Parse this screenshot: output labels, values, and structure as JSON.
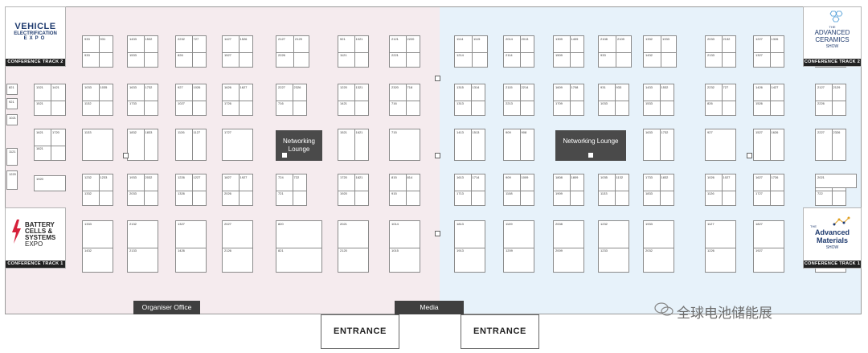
{
  "colors": {
    "left_hall": "#f5ebee",
    "right_hall": "#e7f2fa",
    "lounge": "#4a4a4a",
    "bar": "#3f3f3f",
    "battery_accent": "#d6203a"
  },
  "logos": {
    "vehicle": {
      "l1": "VEHICLE",
      "l2": "ELECTRIFICATION",
      "l3": "EXPO",
      "track": "CONFERENCE TRACK 2"
    },
    "battery": {
      "l1": "BATTERY",
      "l2": "CELLS &",
      "l3": "SYSTEMS",
      "l4": "EXPO",
      "track": "CONFERENCE TRACK 1"
    },
    "ceramics": {
      "l1": "THE",
      "l2": "ADVANCED",
      "l3": "CERAMICS",
      "l4": "SHOW",
      "track": "CONFERENCE TRACK 2"
    },
    "materials": {
      "l1": "THE",
      "l2": "Advanced",
      "l3": "Materials",
      "l4": "SHOW",
      "track": "CONFERENCE TRACK 1"
    }
  },
  "lounges": {
    "left": "Networking Lounge",
    "right": "Networking Lounge"
  },
  "bars": {
    "organiser": "Organiser Office",
    "media": "Media"
  },
  "entrances": {
    "left": "ENTRANCE",
    "right": "ENTRANCE"
  },
  "watermark": "全球电池储能展",
  "booths": [
    "933",
    "931",
    "933",
    "1033",
    "1035",
    "1132",
    "1133",
    "1232",
    "1233",
    "1332",
    "1333",
    "1432",
    "1433",
    "1532",
    "1533",
    "1633",
    "1732",
    "1733",
    "1832",
    "1833",
    "1933",
    "2032",
    "2033",
    "2132",
    "2133",
    "2232",
    "727",
    "826",
    "927",
    "1026",
    "1027",
    "1126",
    "1127",
    "1226",
    "1227",
    "1326",
    "1327",
    "1426",
    "1427",
    "1526",
    "1527",
    "1626",
    "1627",
    "1726",
    "1727",
    "1827",
    "1927",
    "2026",
    "2027",
    "2126",
    "2127",
    "2129",
    "2226",
    "2227",
    "2326",
    "716",
    "724",
    "722",
    "721",
    "820",
    "821",
    "921",
    "1021",
    "1121",
    "1220",
    "1321",
    "1421",
    "1521",
    "1621",
    "1720",
    "1821",
    "1920",
    "2021",
    "2120",
    "2121",
    "2220",
    "2221",
    "2320",
    "718",
    "716",
    "715",
    "815",
    "814",
    "915",
    "1014",
    "1015",
    "1114",
    "1115",
    "1214",
    "1315",
    "1314",
    "1313",
    "1413",
    "1513",
    "1613",
    "1714",
    "1713",
    "1813",
    "1913",
    "2014",
    "2013",
    "2114",
    "2115",
    "2214",
    "2213",
    "909",
    "908",
    "909",
    "1009",
    "1108",
    "1109",
    "1209",
    "1309",
    "1409",
    "1509",
    "1609",
    "1708",
    "1709",
    "1808",
    "1809",
    "1909",
    "2008",
    "2009",
    "2108",
    "2109"
  ]
}
